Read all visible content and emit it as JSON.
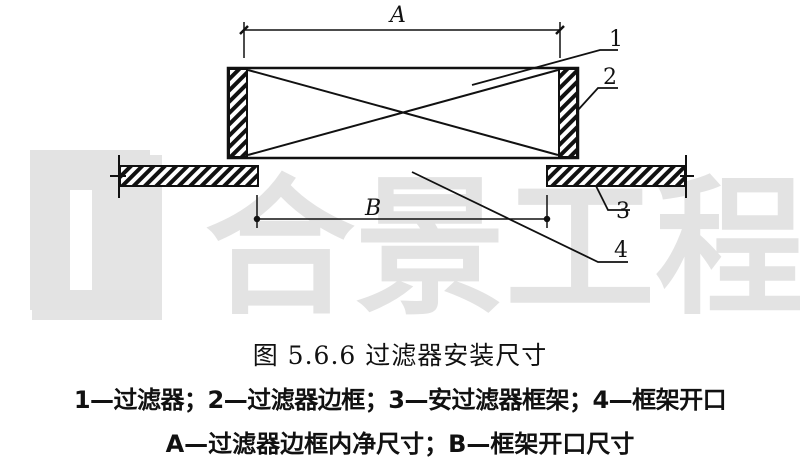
{
  "watermark": {
    "logo": "CJ",
    "text": "合景工程",
    "color": "#e3e3e3"
  },
  "diagram": {
    "dimension_labels": {
      "A": "A",
      "B": "B"
    },
    "callouts": [
      "1",
      "2",
      "3",
      "4"
    ]
  },
  "caption": {
    "title": "图 5.6.6   过滤器安装尺寸",
    "legend_line1": "1—过滤器；2—过滤器边框；3—安过滤器框架；4—框架开口",
    "legend_line2": "A—过滤器边框内净尺寸；B—框架开口尺寸"
  }
}
